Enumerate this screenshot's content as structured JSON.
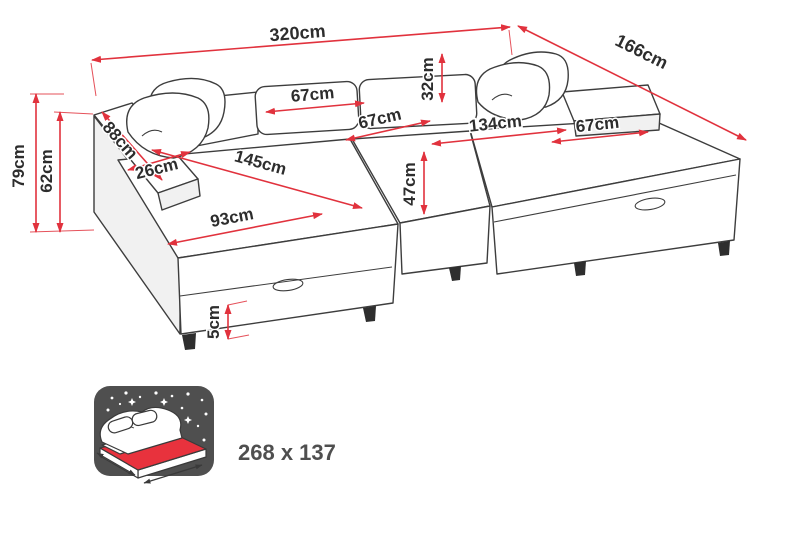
{
  "page": {
    "background_color": "#ffffff"
  },
  "diagram": {
    "colors": {
      "dimension_lines": "#e1323d",
      "sofa_outline": "#3d3d3d",
      "label_text": "#2d2d2d",
      "icon_background": "#4f4f4f",
      "mattress_accent": "#e8323d",
      "size_label_text": "#4f4f4f"
    },
    "dimensions": {
      "total_width": "320cm",
      "total_depth": "166cm",
      "back_height": "79cm",
      "arm_height": "62cm",
      "arm_length": "88cm",
      "arm_width": "26cm",
      "chaise_length": "145cm",
      "chaise_width": "93cm",
      "back_cushion_width": "67cm",
      "back_cushion_height": "32cm",
      "seat_cushion_width": "67cm",
      "middle_seat_width": "134cm",
      "right_seat_width": "67cm",
      "seat_depth": "47cm",
      "base_height": "5cm"
    },
    "sleeping_area": {
      "size_label": "268 x 137"
    }
  }
}
